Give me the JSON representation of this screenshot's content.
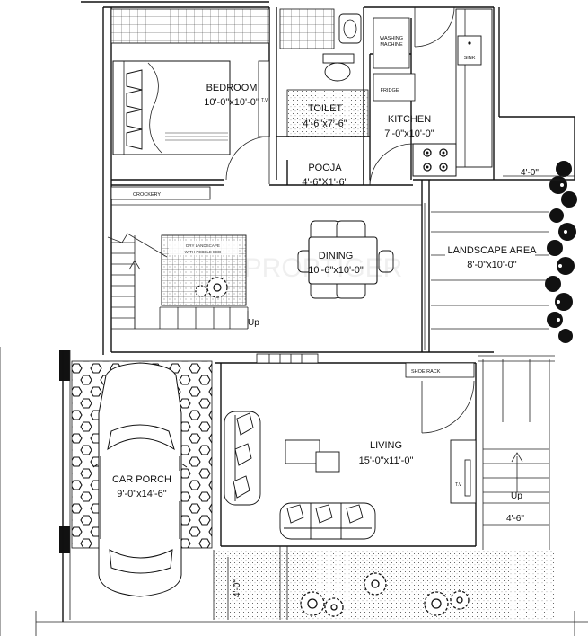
{
  "rooms": {
    "bedroom": {
      "name": "BEDROOM",
      "dim": "10'-0\"x10'-0\""
    },
    "toilet": {
      "name": "TOILET",
      "dim": "4'-6\"x7'-6\""
    },
    "kitchen": {
      "name": "KITCHEN",
      "dim": "7'-0\"x10'-0\""
    },
    "pooja": {
      "name": "POOJA",
      "dim": "4'-6\"X1'-6\""
    },
    "dining": {
      "name": "DINING",
      "dim": "10'-6\"x10'-0\""
    },
    "landscape": {
      "name": "LANDSCAPE AREA",
      "dim": "8'-0\"x10'-0\""
    },
    "living": {
      "name": "LIVING",
      "dim": "15'-0\"x11'-0\""
    },
    "car_porch": {
      "name": "CAR PORCH",
      "dim": "9'-0\"x14'-6\""
    }
  },
  "fixtures": {
    "washing_machine_1": "WASHING",
    "washing_machine_2": "MACHINE",
    "sink": "SINK",
    "fridge": "FRIDGE",
    "tv_bedroom": "T.V",
    "tv_living": "T.V",
    "crockery": "CROCKERY",
    "shoe_rack": "SHOE RACK",
    "dry_landscape_1": "DRY LANDSCAPE",
    "dry_landscape_2": "WITH PEBBLE BED"
  },
  "annotations": {
    "up_stairs": "Up",
    "up_entry": "Up",
    "dim_4_0_top": "4'-0\"",
    "dim_4_6_right": "4'-6\"",
    "dim_4_0_bottom": "4'-0\""
  },
  "watermark": "PROPTIGER"
}
